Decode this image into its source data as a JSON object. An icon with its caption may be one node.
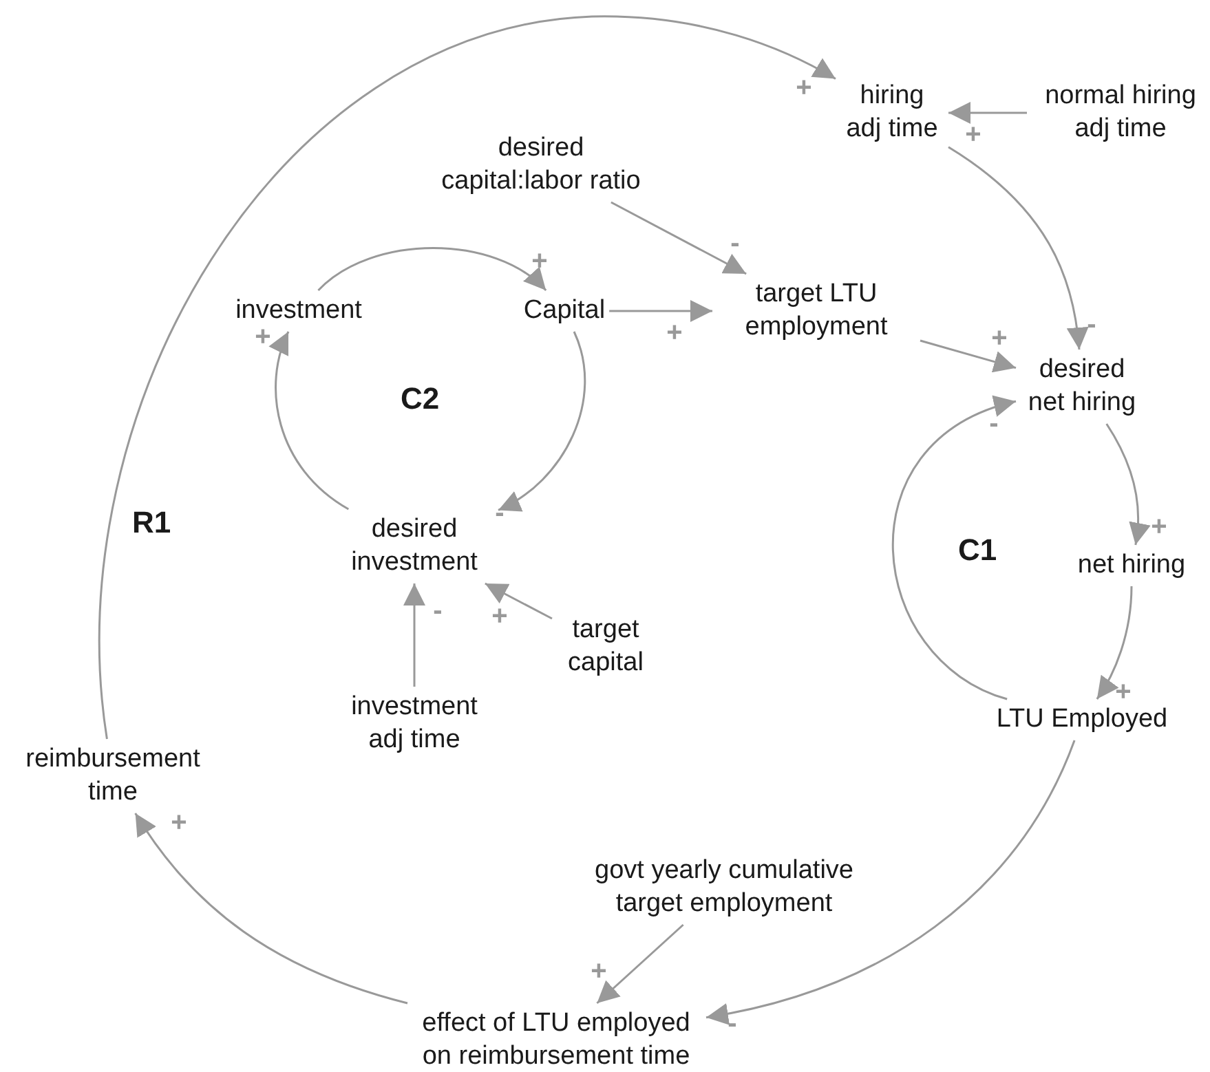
{
  "diagram": {
    "nodes": [
      {
        "text": [
          "hiring adj time"
        ]
      },
      {
        "text": [
          "normal hiring adj time"
        ]
      },
      {
        "text": [
          "desired capital:labor ratio"
        ]
      },
      {
        "text": [
          "investment"
        ]
      },
      {
        "text": [
          "Capital"
        ]
      },
      {
        "text": [
          "target LTU employment"
        ]
      },
      {
        "text": [
          "desired net hiring"
        ]
      },
      {
        "text": [
          "desired investment"
        ]
      },
      {
        "text": [
          "net hiring"
        ]
      },
      {
        "text": [
          "target capital"
        ]
      },
      {
        "text": [
          "investment adj time"
        ]
      },
      {
        "text": [
          "LTU Employed"
        ]
      },
      {
        "text": [
          "reimbursement time"
        ]
      },
      {
        "text": [
          "govt yearly cumulative target employment"
        ]
      },
      {
        "text": [
          "effect of LTU employed on reimbursement time"
        ]
      }
    ],
    "edges": [
      {
        "from": 12,
        "to": 0,
        "arrow": "to",
        "label": "+"
      },
      {
        "from": 1,
        "to": 0,
        "arrow": "to",
        "label": "+"
      },
      {
        "from": 2,
        "to": 5,
        "arrow": "to",
        "label": "-"
      },
      {
        "from": 3,
        "to": 4,
        "arrow": "to",
        "label": "+"
      },
      {
        "from": 4,
        "to": 5,
        "arrow": "to",
        "label": "+"
      },
      {
        "from": 4,
        "to": 7,
        "arrow": "to",
        "label": "-"
      },
      {
        "from": 7,
        "to": 3,
        "arrow": "to",
        "label": "+"
      },
      {
        "from": 0,
        "to": 6,
        "arrow": "to",
        "label": "-"
      },
      {
        "from": 5,
        "to": 6,
        "arrow": "to",
        "label": "+"
      },
      {
        "from": 11,
        "to": 6,
        "arrow": "to",
        "label": "-"
      },
      {
        "from": 6,
        "to": 8,
        "arrow": "to",
        "label": "+"
      },
      {
        "from": 8,
        "to": 11,
        "arrow": "to",
        "label": "+"
      },
      {
        "from": 10,
        "to": 7,
        "arrow": "to",
        "label": "-"
      },
      {
        "from": 9,
        "to": 7,
        "arrow": "to",
        "label": "+"
      },
      {
        "from": 11,
        "to": 14,
        "arrow": "to",
        "label": "-"
      },
      {
        "from": 13,
        "to": 14,
        "arrow": "to",
        "label": "+"
      },
      {
        "from": 14,
        "to": 12,
        "arrow": "to",
        "label": "+"
      }
    ],
    "labels": [
      "C2",
      "R1",
      "C1"
    ]
  }
}
